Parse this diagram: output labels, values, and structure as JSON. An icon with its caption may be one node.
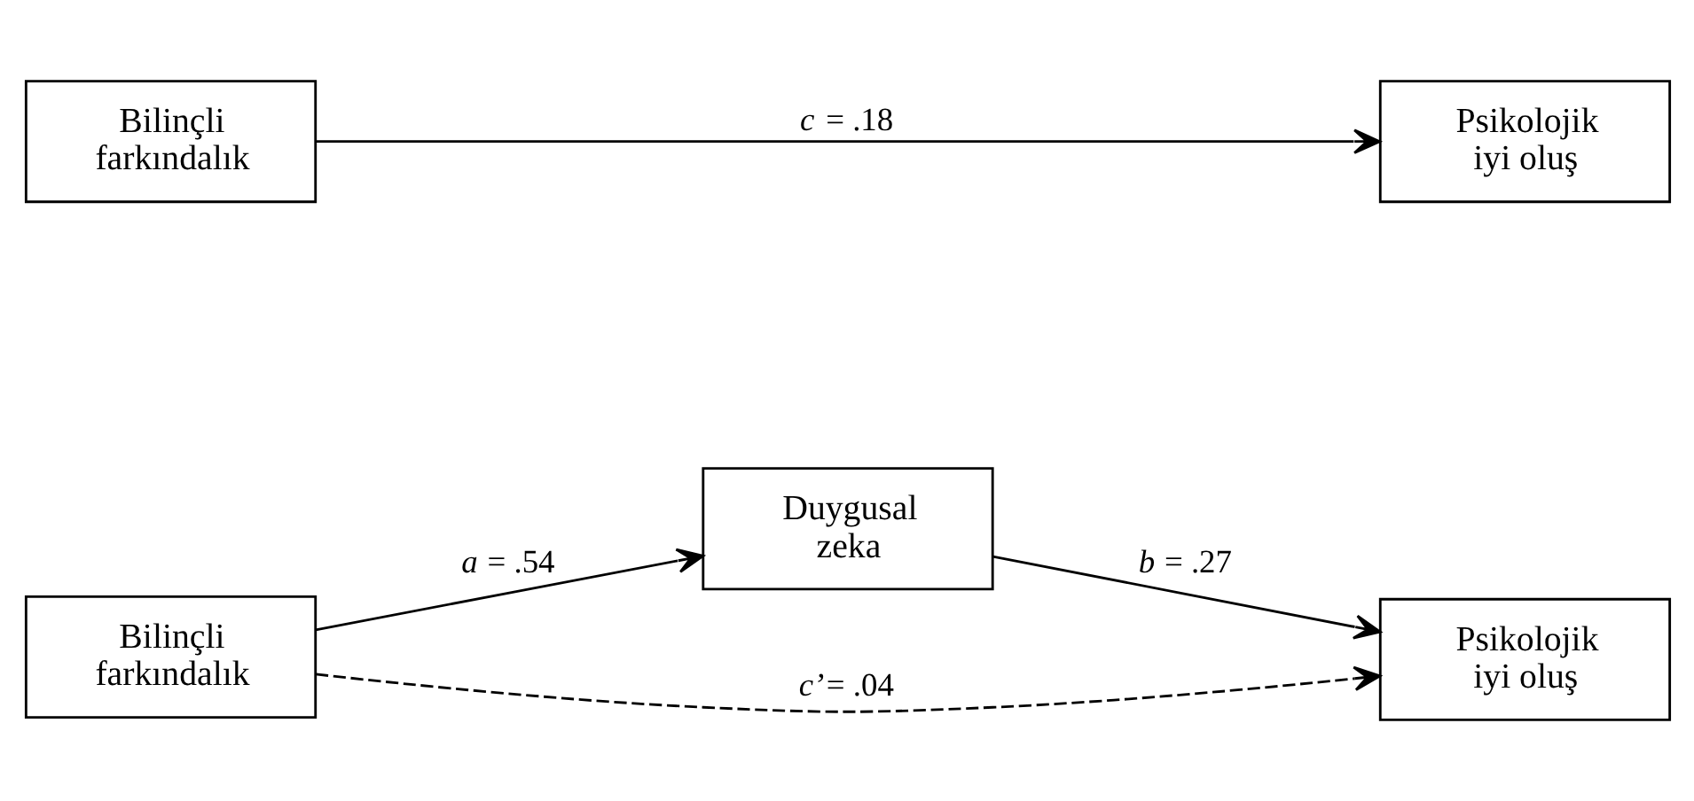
{
  "diagram": {
    "nodes": [
      {
        "text": [
          "Bilinçli farkındalık"
        ]
      },
      {
        "text": [
          "Psikolojik iyi oluş"
        ]
      },
      {
        "text": [
          "Duygusal zeka"
        ]
      },
      {
        "text": [
          "Bilinçli farkındalık"
        ]
      },
      {
        "text": [
          "Psikolojik iyi oluş"
        ]
      }
    ],
    "edges": [
      {
        "from": 0,
        "to": 1,
        "arrow": "to",
        "label": "*c* = .18"
      },
      {
        "from": 3,
        "to": 2,
        "arrow": "to",
        "label": "*a* = .54"
      },
      {
        "from": 2,
        "to": 4,
        "arrow": "to",
        "label": "*b* = .27"
      },
      {
        "from": 3,
        "to": 4,
        "arrow": "to",
        "label": "*c’*= .04",
        "style": "dashed"
      }
    ]
  }
}
